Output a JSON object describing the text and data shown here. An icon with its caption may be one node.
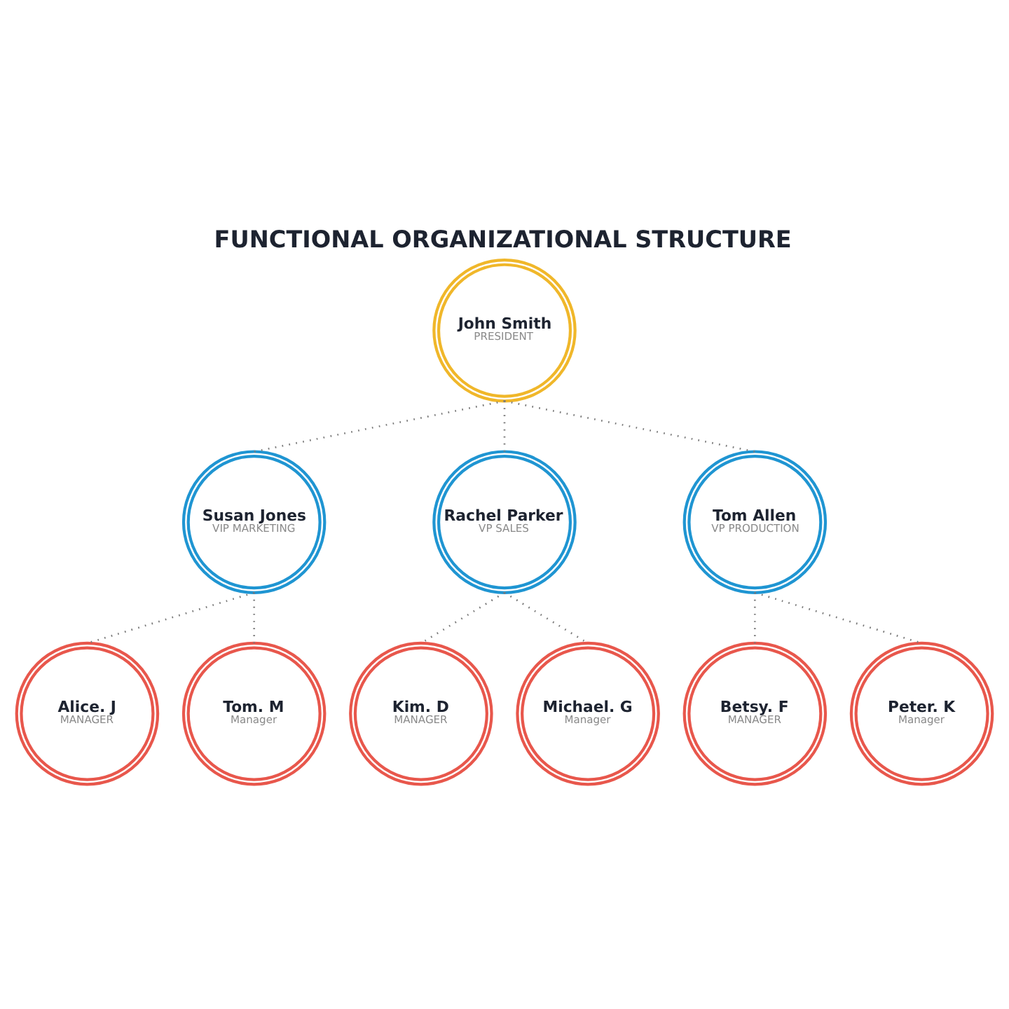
{
  "diagram": {
    "title": "FUNCTIONAL ORGANIZATIONAL STRUCTURE",
    "nodes": [
      {
        "text": [
          "John Smith",
          "PRESIDENT"
        ]
      },
      {
        "text": [
          "Susan Jones",
          "VIP MARKETING"
        ]
      },
      {
        "text": [
          "Rachel Parker",
          "VP SALES"
        ]
      },
      {
        "text": [
          "Tom Allen",
          "VP PRODUCTION"
        ]
      },
      {
        "text": [
          "Alice. J",
          "MANAGER"
        ]
      },
      {
        "text": [
          "Tom. M",
          "Manager"
        ]
      },
      {
        "text": [
          "Kim. D",
          "MANAGER"
        ]
      },
      {
        "text": [
          "Michael. G",
          "Manager"
        ]
      },
      {
        "text": [
          "Betsy. F",
          "MANAGER"
        ]
      },
      {
        "text": [
          "Peter. K",
          "Manager"
        ]
      }
    ],
    "edges": [
      {
        "from": 0,
        "to": 1,
        "arrow": "none"
      },
      {
        "from": 0,
        "to": 2,
        "arrow": "none"
      },
      {
        "from": 0,
        "to": 3,
        "arrow": "none"
      },
      {
        "from": 1,
        "to": 4,
        "arrow": "none"
      },
      {
        "from": 1,
        "to": 5,
        "arrow": "none"
      },
      {
        "from": 2,
        "to": 6,
        "arrow": "none"
      },
      {
        "from": 2,
        "to": 7,
        "arrow": "none"
      },
      {
        "from": 3,
        "to": 8,
        "arrow": "none"
      },
      {
        "from": 3,
        "to": 9,
        "arrow": "none"
      }
    ]
  }
}
